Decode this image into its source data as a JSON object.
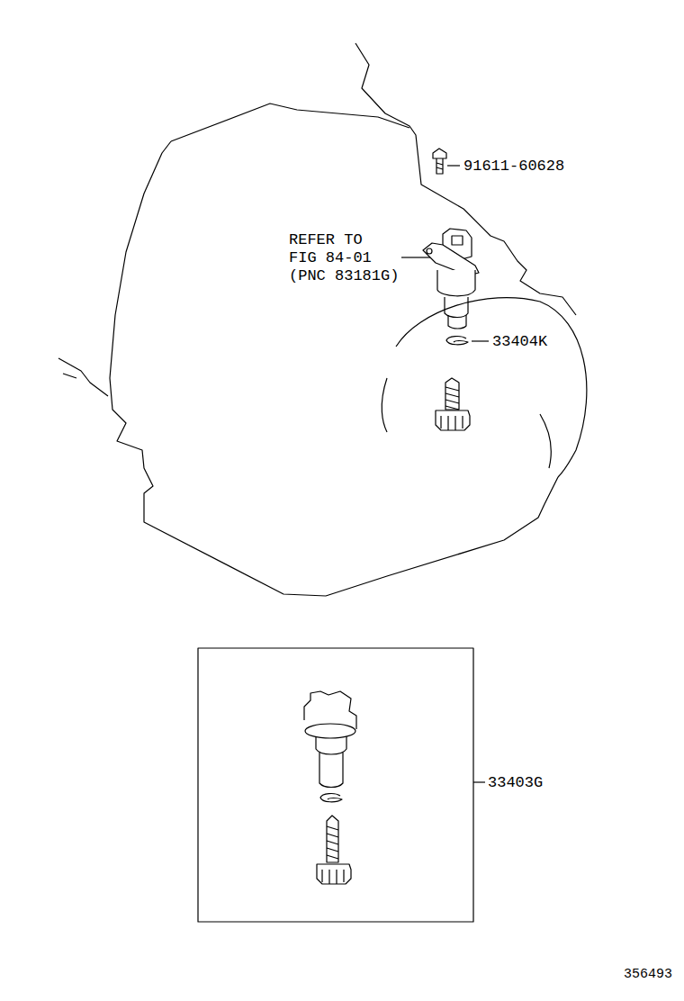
{
  "diagram": {
    "labels": [
      "91611-60628",
      "REFER TO",
      "FIG 84-01",
      "(PNC 83181G)",
      "33404K",
      "33403G",
      "356493"
    ]
  }
}
